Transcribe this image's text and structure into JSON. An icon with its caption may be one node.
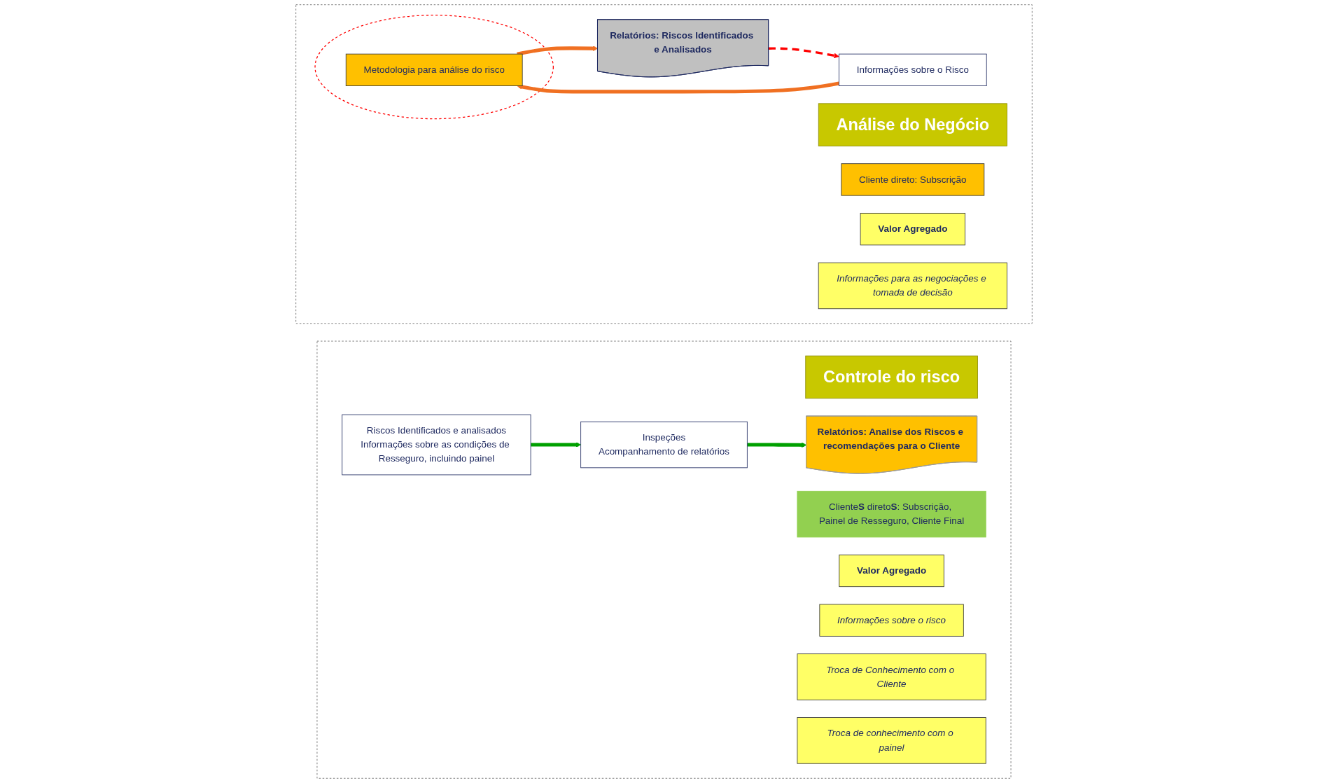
{
  "diagram": {
    "nodes": [
      {
        "text": [],
        "shape": "box"
      },
      {
        "text": [
          "Análise do Negócio"
        ],
        "in": 0
      },
      {
        "text": [
          "Cliente direto: Subscrição"
        ],
        "in": 0
      },
      {
        "text": [
          "Informações sobre o Risco"
        ],
        "in": 0
      },
      {
        "text": [],
        "shape": "circle",
        "in": 0
      },
      {
        "text": [
          "Metodologia para análise do risco"
        ],
        "in": 4
      },
      {
        "text": [
          "Relatórios: Riscos Identificados e Analisados"
        ],
        "in": 0
      },
      {
        "text": [
          "Valor Agregado"
        ],
        "in": 0
      },
      {
        "text": [
          "Informações para as negociações e tomada de decisão"
        ],
        "in": 0
      },
      {
        "text": [],
        "shape": "box"
      },
      {
        "text": [
          "Controle do risco"
        ],
        "in": 9
      },
      {
        "text": [
          "Cliente**S** direto**S**: Subscrição, Painel de Resseguro, Cliente Final"
        ],
        "in": 9
      },
      {
        "text": [
          "Riscos Identificados e analisados",
          "Informações sobre as condições de Resseguro, incluindo painel"
        ],
        "in": 9
      },
      {
        "text": [
          "Inspeções",
          "Acompanhamento de relatórios"
        ],
        "in": 9
      },
      {
        "text": [
          "Relatórios: Analise dos Riscos e recomendações para o Cliente"
        ],
        "in": 9
      },
      {
        "text": [
          "Valor Agregado"
        ],
        "in": 9
      },
      {
        "text": [
          "Informações sobre o risco"
        ],
        "in": 9
      },
      {
        "text": [
          "Troca de Conhecimento com o Cliente"
        ],
        "in": 9
      },
      {
        "text": [
          "Troca de conhecimento com o painel"
        ],
        "in": 9
      }
    ],
    "edges": [
      {
        "from": 3,
        "to": 5,
        "arrow": "to",
        "color": "#f07022"
      },
      {
        "from": 5,
        "to": 6,
        "arrow": "to",
        "color": "#f07022"
      },
      {
        "from": 6,
        "to": 3,
        "arrow": "to",
        "style": "dashed",
        "color": "#ff0000"
      },
      {
        "from": 12,
        "to": 13,
        "arrow": "to",
        "color": "#00a000"
      },
      {
        "from": 13,
        "to": 14,
        "arrow": "to",
        "color": "#00a000"
      }
    ]
  }
}
